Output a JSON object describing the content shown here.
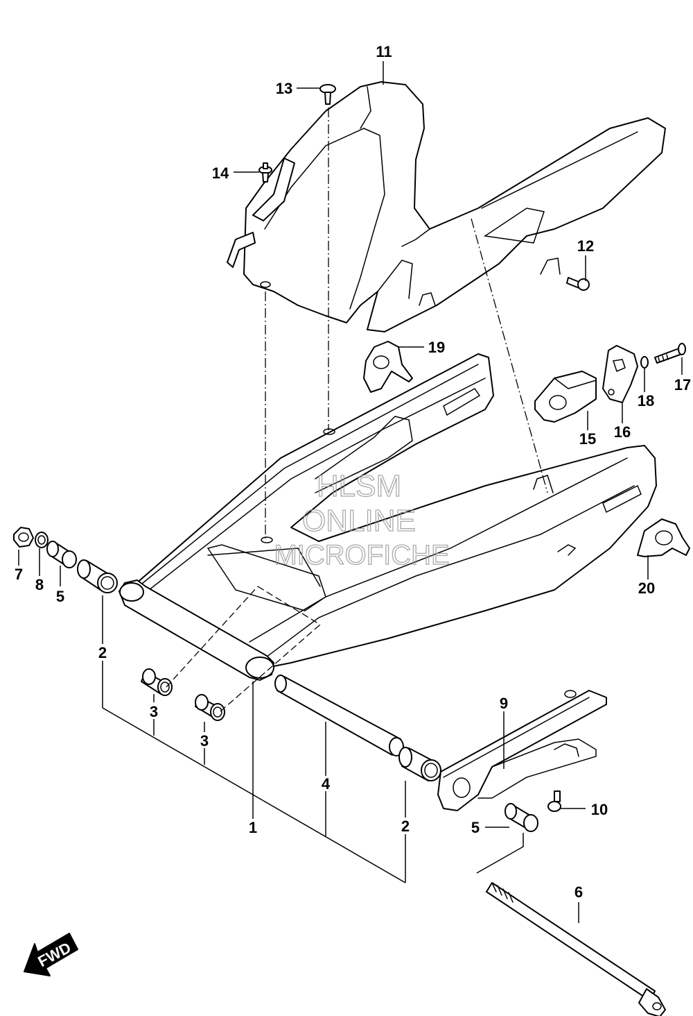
{
  "diagram": {
    "callouts": {
      "n1": "1",
      "n2a": "2",
      "n2b": "2",
      "n3a": "3",
      "n3b": "3",
      "n4": "4",
      "n5a": "5",
      "n5b": "5",
      "n6": "6",
      "n7": "7",
      "n8": "8",
      "n9": "9",
      "n10": "10",
      "n11": "11",
      "n12": "12",
      "n13": "13",
      "n14": "14",
      "n15": "15",
      "n16": "16",
      "n17": "17",
      "n18": "18",
      "n19": "19",
      "n20": "20"
    },
    "watermark": {
      "line1": "HLSM",
      "line2": "ONLINE",
      "line3": "MICROFICHE"
    },
    "direction_arrow": {
      "label": "FWD"
    }
  },
  "colors": {
    "line": "#000000",
    "background": "#ffffff",
    "watermark": "#9a9a9a"
  }
}
